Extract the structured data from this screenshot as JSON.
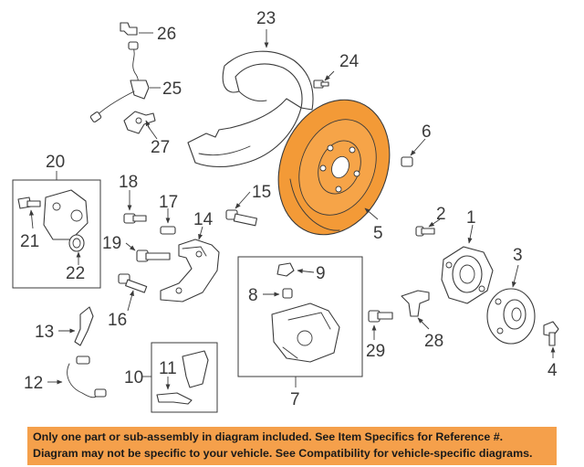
{
  "callouts": {
    "c1": "1",
    "c2": "2",
    "c3": "3",
    "c4": "4",
    "c5": "5",
    "c6": "6",
    "c7": "7",
    "c8": "8",
    "c9": "9",
    "c10": "10",
    "c11": "11",
    "c12": "12",
    "c13": "13",
    "c14": "14",
    "c15": "15",
    "c16": "16",
    "c17": "17",
    "c18": "18",
    "c19": "19",
    "c20": "20",
    "c21": "21",
    "c22": "22",
    "c23": "23",
    "c24": "24",
    "c25": "25",
    "c26": "26",
    "c27": "27",
    "c28": "28",
    "c29": "29"
  },
  "banner": {
    "line1": "Only one part or sub-assembly in diagram included. See Item Specifics for Reference #.",
    "line2": "Diagram may not be specific to your vehicle. See Compatibility for vehicle-specific diagrams."
  },
  "colors": {
    "highlight": "#f39a37",
    "banner_bg": "#f5a04b",
    "line": "#3a3a3a"
  }
}
